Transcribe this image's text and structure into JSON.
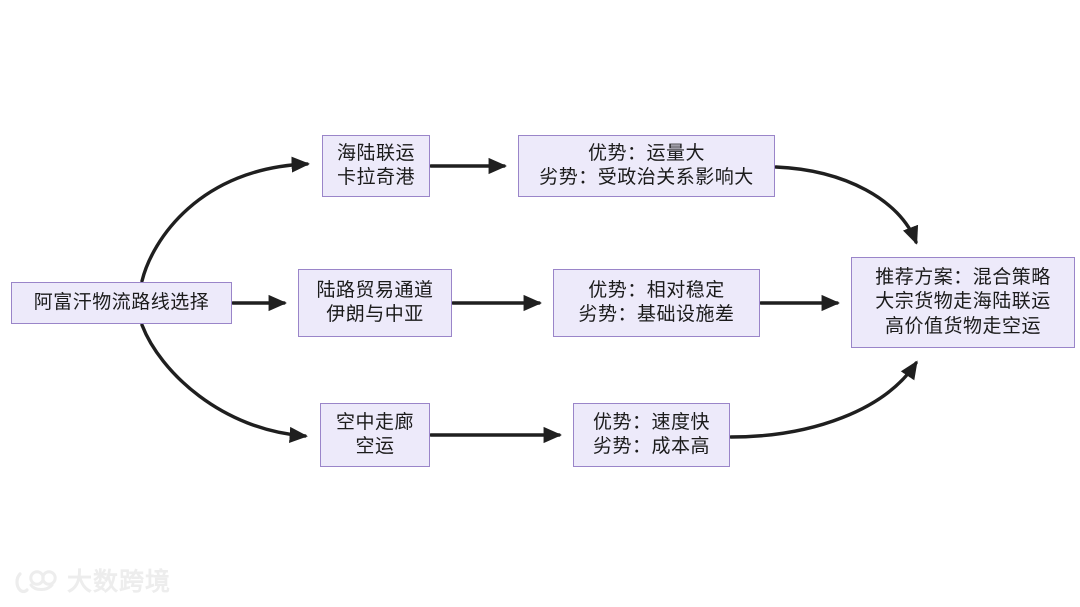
{
  "diagram": {
    "type": "flowchart",
    "direction": "left-to-right",
    "title": "阿富汗物流路线选择",
    "theme": {
      "node_fill": "#EDEAFA",
      "node_border": "#9A85C9",
      "node_text": "#1B1B1B",
      "edge_color": "#1F1F1F",
      "background": "#FFFFFF"
    },
    "nodes": {
      "root": {
        "id": "root",
        "lines": [
          "阿富汗物流路线选择"
        ]
      },
      "sea": {
        "id": "sea",
        "lines": [
          "海陆联运",
          "卡拉奇港"
        ]
      },
      "sea_detail": {
        "id": "sea_detail",
        "lines": [
          "优势：运量大",
          "劣势：受政治关系影响大"
        ]
      },
      "land": {
        "id": "land",
        "lines": [
          "陆路贸易通道",
          "伊朗与中亚"
        ]
      },
      "land_detail": {
        "id": "land_detail",
        "lines": [
          "优势：相对稳定",
          "劣势：基础设施差"
        ]
      },
      "air": {
        "id": "air",
        "lines": [
          "空中走廊",
          "空运"
        ]
      },
      "air_detail": {
        "id": "air_detail",
        "lines": [
          "优势：速度快",
          "劣势：成本高"
        ]
      },
      "recommend": {
        "id": "recommend",
        "lines": [
          "推荐方案：混合策略",
          "大宗货物走海陆联运",
          "高价值货物走空运"
        ]
      }
    },
    "edges": [
      {
        "from": "root",
        "to": "sea",
        "style": "curved"
      },
      {
        "from": "root",
        "to": "land",
        "style": "straight"
      },
      {
        "from": "root",
        "to": "air",
        "style": "curved"
      },
      {
        "from": "sea",
        "to": "sea_detail",
        "style": "straight"
      },
      {
        "from": "land",
        "to": "land_detail",
        "style": "straight"
      },
      {
        "from": "air",
        "to": "air_detail",
        "style": "straight"
      },
      {
        "from": "sea_detail",
        "to": "recommend",
        "style": "curved"
      },
      {
        "from": "land_detail",
        "to": "recommend",
        "style": "straight"
      },
      {
        "from": "air_detail",
        "to": "recommend",
        "style": "curved"
      }
    ]
  },
  "watermark": {
    "text": "大数跨境",
    "icon": "logo-mark"
  }
}
